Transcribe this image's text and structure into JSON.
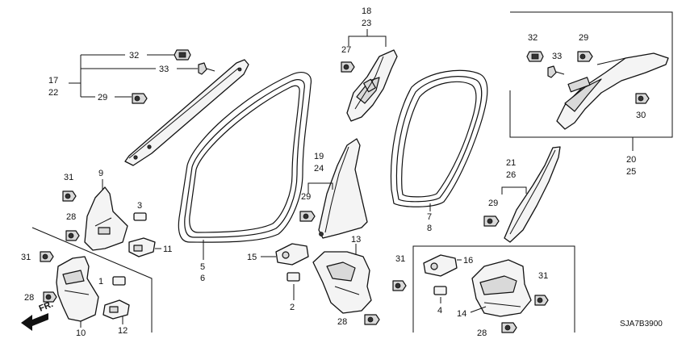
{
  "diagram_code": "SJA7B3900",
  "direction_label": "FR.",
  "labels": {
    "l1": "1",
    "l2": "2",
    "l3": "3",
    "l4": "4",
    "l5": "5",
    "l6": "6",
    "l7": "7",
    "l8": "8",
    "l9": "9",
    "l10": "10",
    "l11": "11",
    "l12": "12",
    "l13": "13",
    "l14": "14",
    "l15": "15",
    "l16": "16",
    "l17": "17",
    "l18": "18",
    "l19": "19",
    "l20": "20",
    "l21": "21",
    "l22": "22",
    "l23": "23",
    "l24": "24",
    "l25": "25",
    "l26": "26",
    "l27": "27",
    "l28a": "28",
    "l28b": "28",
    "l28c": "28",
    "l28d": "28",
    "l29a": "29",
    "l29b": "29",
    "l29c": "29",
    "l29d": "29",
    "l30": "30",
    "l31a": "31",
    "l31b": "31",
    "l31c": "31",
    "l31d": "31",
    "l32a": "32",
    "l32b": "32",
    "l33a": "33",
    "l33b": "33"
  }
}
